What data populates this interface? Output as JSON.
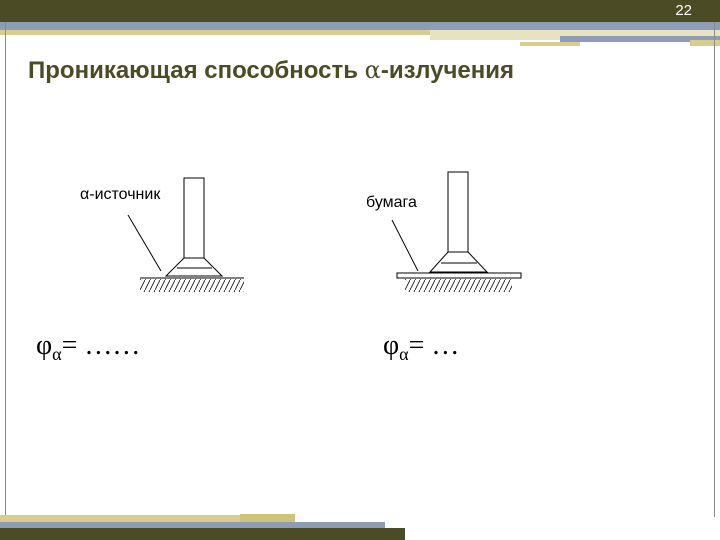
{
  "slide": {
    "page_number": "22",
    "title_prefix": "Проникающая способность ",
    "title_alpha": "α",
    "title_suffix": "-излучения"
  },
  "left_panel": {
    "label": "α-источник",
    "formula_symbol": "φ",
    "formula_sub": "α",
    "formula_rest": "= ……"
  },
  "right_panel": {
    "label": "бумага",
    "formula_symbol": "φ",
    "formula_sub": "α",
    "formula_rest": "= …"
  },
  "colors": {
    "top_bar": "#4b4b26",
    "stripe_blue": "#8d9db5",
    "stripe_tan": "#d8cd8e",
    "stripe_dark": "#4b4b26",
    "title": "#4b4b26"
  }
}
